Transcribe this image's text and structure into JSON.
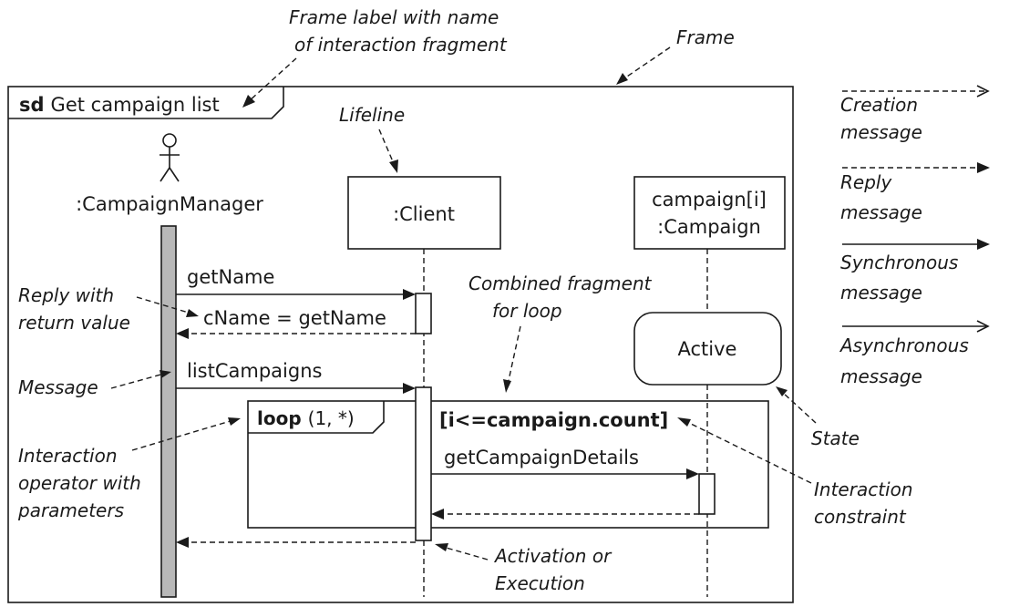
{
  "frame": {
    "keyword": "sd",
    "name": "Get campaign list"
  },
  "lifelines": {
    "actor": ":CampaignManager",
    "client": ":Client",
    "campaign_line1": "campaign[i]",
    "campaign_line2": ":Campaign"
  },
  "messages": {
    "get_name": "getName",
    "reply": "cName = getName",
    "list_campaigns": "listCampaigns",
    "get_details": "getCampaignDetails"
  },
  "state": {
    "label": "Active"
  },
  "loop": {
    "operator": "loop",
    "params": "(1, *)",
    "guard": "[i<=campaign.count]"
  },
  "annotations": {
    "frame_label_1": "Frame label with name",
    "frame_label_2": "of interaction fragment",
    "frame": "Frame",
    "lifeline": "Lifeline",
    "reply_return_1": "Reply with",
    "reply_return_2": "return value",
    "message": "Message",
    "interaction_operator_1": "Interaction",
    "interaction_operator_2": "operator with",
    "interaction_operator_3": "parameters",
    "combined_fragment_1": "Combined fragment",
    "combined_fragment_2": "for loop",
    "state": "State",
    "interaction_constraint_1": "Interaction",
    "interaction_constraint_2": "constraint",
    "activation_1": "Activation or",
    "activation_2": "Execution"
  },
  "legend": {
    "creation_1": "Creation",
    "creation_2": "message",
    "reply_1": "Reply",
    "reply_2": "message",
    "synchronous_1": "Synchronous",
    "synchronous_2": "message",
    "asynchronous_1": "Asynchronous",
    "asynchronous_2": "message"
  }
}
